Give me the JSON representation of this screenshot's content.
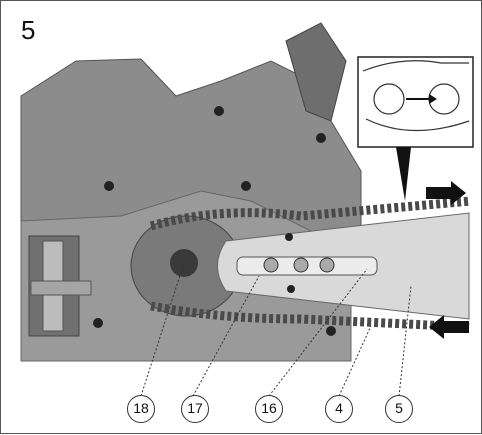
{
  "figure": {
    "number": "5",
    "callouts": [
      "18",
      "17",
      "16",
      "4",
      "5"
    ]
  },
  "colors": {
    "housing": "#8c8c8c",
    "bar": "#d9d9d9",
    "chain": "#4a4a4a"
  }
}
